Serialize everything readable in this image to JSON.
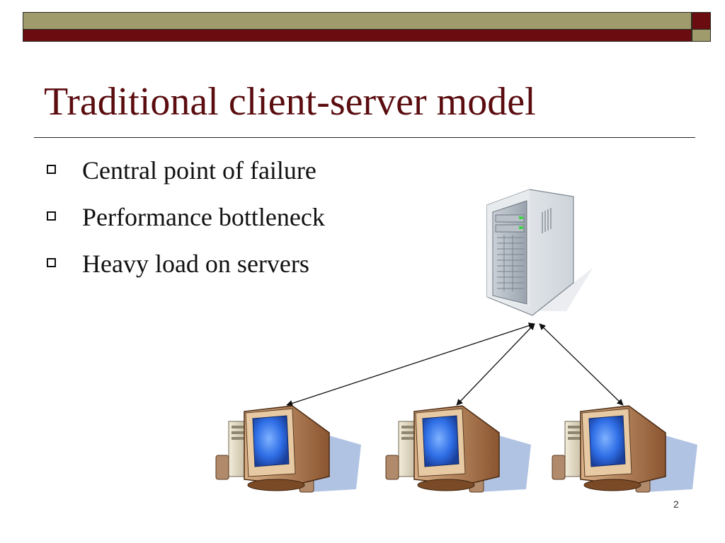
{
  "slide": {
    "title": "Traditional client-server model",
    "bullets": [
      {
        "text": "Central point of failure"
      },
      {
        "text": "Performance bottleneck"
      },
      {
        "text": "Heavy load on servers"
      }
    ],
    "page_number": "2"
  },
  "diagram": {
    "server": {
      "icon": "server-tower-icon"
    },
    "clients": [
      {
        "icon": "desktop-computer-icon"
      },
      {
        "icon": "desktop-computer-icon"
      },
      {
        "icon": "desktop-computer-icon"
      }
    ],
    "connections": "bidirectional-arrows"
  },
  "colors": {
    "title": "#5a0c0f",
    "band_olive": "#a09b6c",
    "band_maroon": "#6b0d10"
  }
}
